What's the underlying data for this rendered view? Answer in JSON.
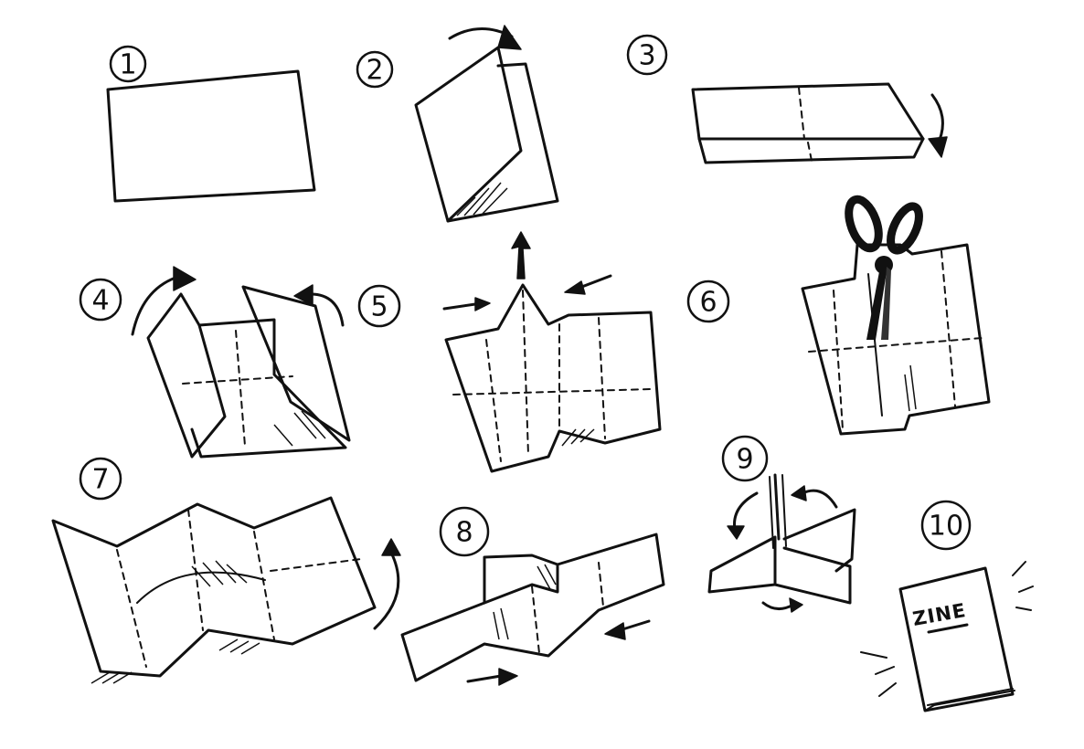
{
  "steps": [
    {
      "number": "1"
    },
    {
      "number": "2"
    },
    {
      "number": "3"
    },
    {
      "number": "4"
    },
    {
      "number": "5"
    },
    {
      "number": "6"
    },
    {
      "number": "7"
    },
    {
      "number": "8"
    },
    {
      "number": "9"
    },
    {
      "number": "10"
    }
  ],
  "zine_cover_label": "ZINE"
}
